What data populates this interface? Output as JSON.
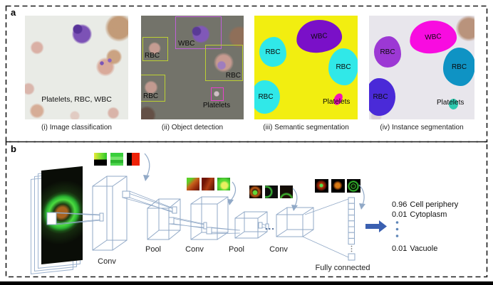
{
  "panel_a": {
    "label": "a",
    "subfigures": [
      {
        "caption": "(i) Image classification",
        "overlay_label": "Platelets, RBC, WBC"
      },
      {
        "caption": "(ii) Object detection",
        "boxes": [
          {
            "label": "WBC"
          },
          {
            "label": "RBC"
          },
          {
            "label": "RBC"
          },
          {
            "label": "RBC"
          },
          {
            "label": "Platelets"
          }
        ]
      },
      {
        "caption": "(iii) Semantic segmentation",
        "regions": [
          {
            "label": "WBC"
          },
          {
            "label": "RBC"
          },
          {
            "label": "RBC"
          },
          {
            "label": "RBC"
          },
          {
            "label": "Platelets"
          }
        ]
      },
      {
        "caption": "(iv) Instance segmentation",
        "regions": [
          {
            "label": "WBC"
          },
          {
            "label": "RBC"
          },
          {
            "label": "RBC"
          },
          {
            "label": "RBC"
          },
          {
            "label": "Platelets"
          }
        ]
      }
    ]
  },
  "panel_b": {
    "label": "b",
    "layer_labels": [
      "Conv",
      "Pool",
      "Conv",
      "Pool",
      "Conv"
    ],
    "ellipsis": "...",
    "fc_label": "Fully connected",
    "outputs": [
      {
        "score": "0.96",
        "class": "Cell periphery"
      },
      {
        "score": "0.01",
        "class": "Cytoplasm"
      },
      {
        "score": "0.01",
        "class": "Vacuole"
      }
    ]
  },
  "colors": {
    "wireframe": "#91a9c7",
    "output_arrow": "#3a5fb0",
    "border_dash": "#1a1a1a",
    "semantic": {
      "background": "#f2ee10",
      "wbc": "#7a10c8",
      "rbc": "#30e8e8",
      "platelets": "#f211b8"
    },
    "instance": {
      "wbc": "#f80ce0",
      "rbc_purple": "#9c38d4",
      "rbc_teal": "#0f93c4",
      "rbc_indigo": "#4a2ad8",
      "platelets": "#2fc9af"
    },
    "detection": {
      "rbc_box": "#bcd033",
      "wbc_box": "#c060d8",
      "platelet_box": "#e840cc"
    }
  }
}
